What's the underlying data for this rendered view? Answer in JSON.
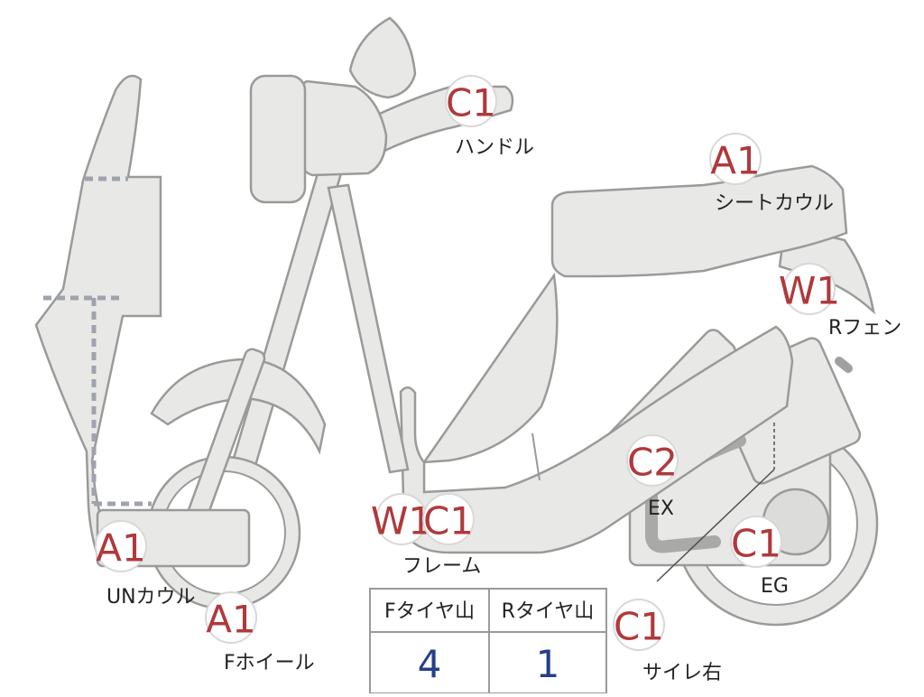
{
  "diagram": {
    "markers": [
      {
        "id": "handle",
        "code": "C1",
        "label": "ハンドル"
      },
      {
        "id": "seat-cowl",
        "code": "A1",
        "label": "シートカウル"
      },
      {
        "id": "r-fender",
        "code": "W1",
        "label": "Rフェン"
      },
      {
        "id": "ex",
        "code": "C2",
        "label": "EX"
      },
      {
        "id": "frame-w",
        "code": "W1",
        "label": ""
      },
      {
        "id": "frame-c",
        "code": "C1",
        "label": "フレーム"
      },
      {
        "id": "eg",
        "code": "C1",
        "label": "EG"
      },
      {
        "id": "un-cowl",
        "code": "A1",
        "label": "UNカウル"
      },
      {
        "id": "f-wheel",
        "code": "A1",
        "label": "Fホイール"
      },
      {
        "id": "silencer-r",
        "code": "C1",
        "label": "サイレ右"
      }
    ],
    "tire_table": {
      "headers": [
        "Fタイヤ山",
        "Rタイヤ山"
      ],
      "values": [
        "4",
        "1"
      ]
    }
  }
}
